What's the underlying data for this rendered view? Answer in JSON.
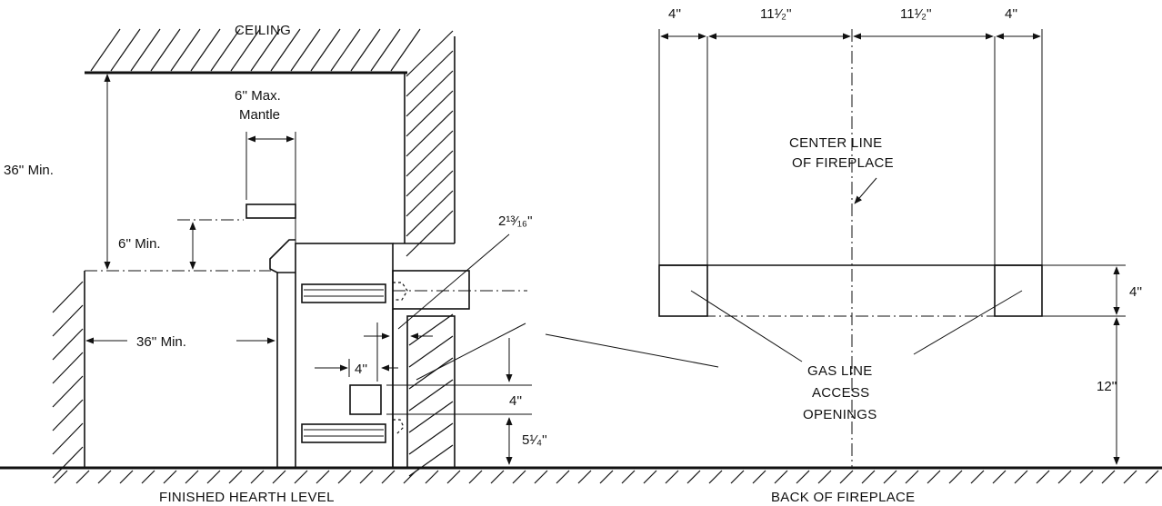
{
  "labels": {
    "ceiling": "CEILING",
    "mantle_max_1": "6'' Max.",
    "mantle_max_2": "Mantle",
    "min_36_vertical": "36'' Min.",
    "min_6": "6'' Min.",
    "min_36_horizontal": "36'' Min.",
    "dim_2_13_16": "2¹³⁄₁₆''",
    "dim_4_side": "4''",
    "dim_4_opening": "4''",
    "dim_5_1_4": "5¹⁄₄''",
    "finished_hearth": "FINISHED HEARTH LEVEL",
    "back_of_fireplace": "BACK OF FIREPLACE",
    "center_line_1": "CENTER LINE",
    "center_line_2": "OF FIREPLACE",
    "gas_line_1": "GAS LINE",
    "gas_line_2": "ACCESS",
    "gas_line_3": "OPENINGS",
    "top_dim_1": "4''",
    "top_dim_2": "11¹⁄₂''",
    "top_dim_3": "11¹⁄₂''",
    "top_dim_4": "4''",
    "right_dim_4": "4''",
    "right_dim_12": "12''"
  },
  "colors": {
    "line": "#111111",
    "background": "#ffffff"
  }
}
